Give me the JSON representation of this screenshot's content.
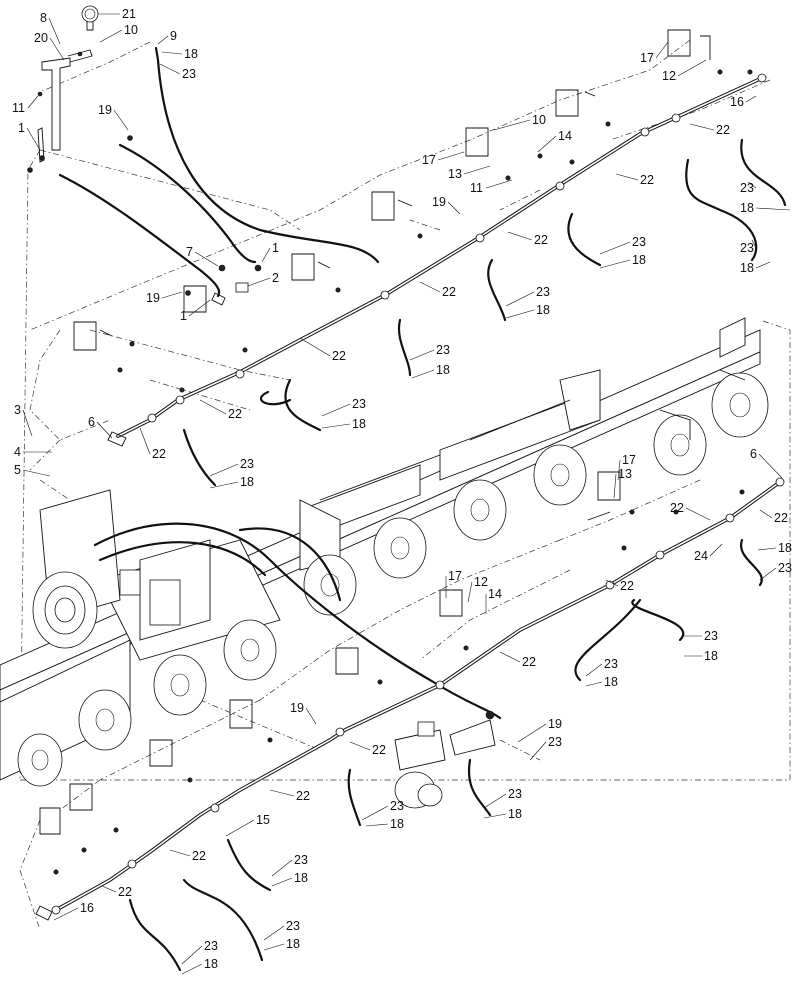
{
  "diagram": {
    "callouts": [
      {
        "id": "c-21",
        "text": "21"
      },
      {
        "id": "c-8",
        "text": "8"
      },
      {
        "id": "c-20",
        "text": "20"
      },
      {
        "id": "c-10a",
        "text": "10"
      },
      {
        "id": "c-9",
        "text": "9"
      },
      {
        "id": "c-18a",
        "text": "18"
      },
      {
        "id": "c-23a",
        "text": "23"
      },
      {
        "id": "c-11a",
        "text": "11"
      },
      {
        "id": "c-1a",
        "text": "1"
      },
      {
        "id": "c-19a",
        "text": "19"
      },
      {
        "id": "c-7",
        "text": "7"
      },
      {
        "id": "c-1b",
        "text": "1"
      },
      {
        "id": "c-2",
        "text": "2"
      },
      {
        "id": "c-19b",
        "text": "19"
      },
      {
        "id": "c-1c",
        "text": "1"
      },
      {
        "id": "c-17a",
        "text": "17"
      },
      {
        "id": "c-12a",
        "text": "12"
      },
      {
        "id": "c-16a",
        "text": "16"
      },
      {
        "id": "c-22a",
        "text": "22"
      },
      {
        "id": "c-23b",
        "text": "23"
      },
      {
        "id": "c-18b",
        "text": "18"
      },
      {
        "id": "c-23c",
        "text": "23"
      },
      {
        "id": "c-18c",
        "text": "18"
      },
      {
        "id": "c-10b",
        "text": "10"
      },
      {
        "id": "c-14a",
        "text": "14"
      },
      {
        "id": "c-17b",
        "text": "17"
      },
      {
        "id": "c-13a",
        "text": "13"
      },
      {
        "id": "c-11b",
        "text": "11"
      },
      {
        "id": "c-22b",
        "text": "22"
      },
      {
        "id": "c-19c",
        "text": "19"
      },
      {
        "id": "c-22c",
        "text": "22"
      },
      {
        "id": "c-23d",
        "text": "23"
      },
      {
        "id": "c-18d",
        "text": "18"
      },
      {
        "id": "c-22d",
        "text": "22"
      },
      {
        "id": "c-23e",
        "text": "23"
      },
      {
        "id": "c-18e",
        "text": "18"
      },
      {
        "id": "c-22e",
        "text": "22"
      },
      {
        "id": "c-23f",
        "text": "23"
      },
      {
        "id": "c-18f",
        "text": "18"
      },
      {
        "id": "c-22f",
        "text": "22"
      },
      {
        "id": "c-23g",
        "text": "23"
      },
      {
        "id": "c-18g",
        "text": "18"
      },
      {
        "id": "c-3",
        "text": "3"
      },
      {
        "id": "c-6a",
        "text": "6"
      },
      {
        "id": "c-4",
        "text": "4"
      },
      {
        "id": "c-22g",
        "text": "22"
      },
      {
        "id": "c-5",
        "text": "5"
      },
      {
        "id": "c-23h",
        "text": "23"
      },
      {
        "id": "c-18h",
        "text": "18"
      },
      {
        "id": "c-6b",
        "text": "6"
      },
      {
        "id": "c-17c",
        "text": "17"
      },
      {
        "id": "c-13b",
        "text": "13"
      },
      {
        "id": "c-22h",
        "text": "22"
      },
      {
        "id": "c-22i",
        "text": "22"
      },
      {
        "id": "c-24",
        "text": "24"
      },
      {
        "id": "c-18i",
        "text": "18"
      },
      {
        "id": "c-23i",
        "text": "23"
      },
      {
        "id": "c-17d",
        "text": "17"
      },
      {
        "id": "c-12b",
        "text": "12"
      },
      {
        "id": "c-14b",
        "text": "14"
      },
      {
        "id": "c-22j",
        "text": "22"
      },
      {
        "id": "c-23j",
        "text": "23"
      },
      {
        "id": "c-18j",
        "text": "18"
      },
      {
        "id": "c-22k",
        "text": "22"
      },
      {
        "id": "c-23k",
        "text": "23"
      },
      {
        "id": "c-18k",
        "text": "18"
      },
      {
        "id": "c-19d",
        "text": "19"
      },
      {
        "id": "c-22l",
        "text": "22"
      },
      {
        "id": "c-19e",
        "text": "19"
      },
      {
        "id": "c-23l",
        "text": "23"
      },
      {
        "id": "c-22m",
        "text": "22"
      },
      {
        "id": "c-23m",
        "text": "23"
      },
      {
        "id": "c-18l",
        "text": "18"
      },
      {
        "id": "c-23n",
        "text": "23"
      },
      {
        "id": "c-18m",
        "text": "18"
      },
      {
        "id": "c-15",
        "text": "15"
      },
      {
        "id": "c-22n",
        "text": "22"
      },
      {
        "id": "c-23o",
        "text": "23"
      },
      {
        "id": "c-18n",
        "text": "18"
      },
      {
        "id": "c-22o",
        "text": "22"
      },
      {
        "id": "c-16b",
        "text": "16"
      },
      {
        "id": "c-23p",
        "text": "23"
      },
      {
        "id": "c-18o",
        "text": "18"
      },
      {
        "id": "c-23q",
        "text": "23"
      },
      {
        "id": "c-18p",
        "text": "18"
      }
    ]
  }
}
